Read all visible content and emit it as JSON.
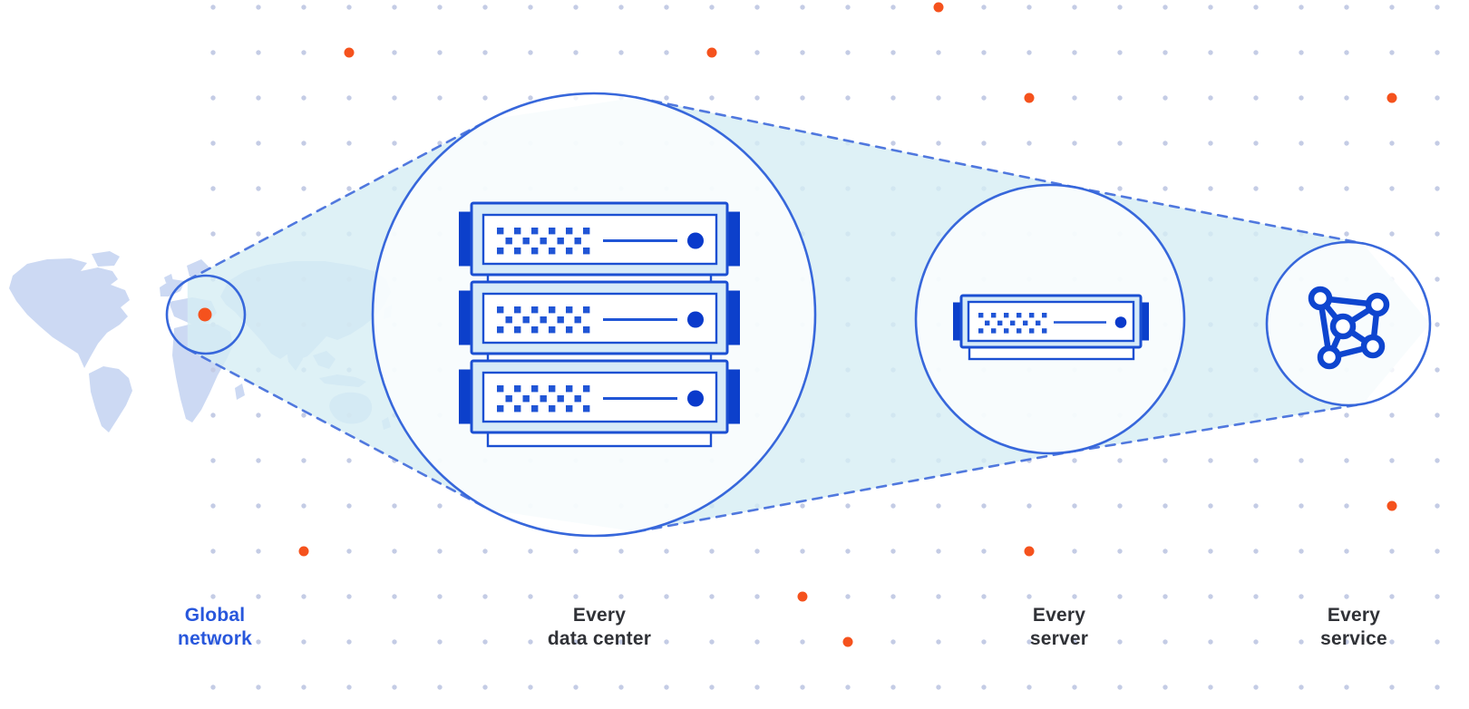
{
  "figure": {
    "name": "global-network-funnel-diagram",
    "stages": [
      {
        "id": "global-network",
        "line1": "Global",
        "line2": "network",
        "emphasis": "blue",
        "icon": "world-map-with-location-marker"
      },
      {
        "id": "every-data-center",
        "line1": "Every",
        "line2": "data center",
        "emphasis": "dark",
        "icon": "server-rack-stack"
      },
      {
        "id": "every-server",
        "line1": "Every",
        "line2": "server",
        "emphasis": "dark",
        "icon": "server-unit"
      },
      {
        "id": "every-service",
        "line1": "Every",
        "line2": "service",
        "emphasis": "dark",
        "icon": "network-mesh"
      }
    ]
  },
  "colors": {
    "background": "#ffffff",
    "grid_dot": "#c4cce5",
    "accent_orange": "#f5521d",
    "map_land": "#ccd9f3",
    "beam_fill": "#d6edf4",
    "circle_stroke": "#3767db",
    "dash_stroke": "#5078de",
    "server_border": "#1b4fd2",
    "server_fill_light": "#d7ebf8",
    "server_ear_dark": "#0c40cb",
    "vent_blue": "#2055d6",
    "led_blue": "#0a3acb",
    "mesh_icon_blue": "#0e45cf",
    "label_dark": "#303237",
    "label_blue": "#2857dc"
  }
}
